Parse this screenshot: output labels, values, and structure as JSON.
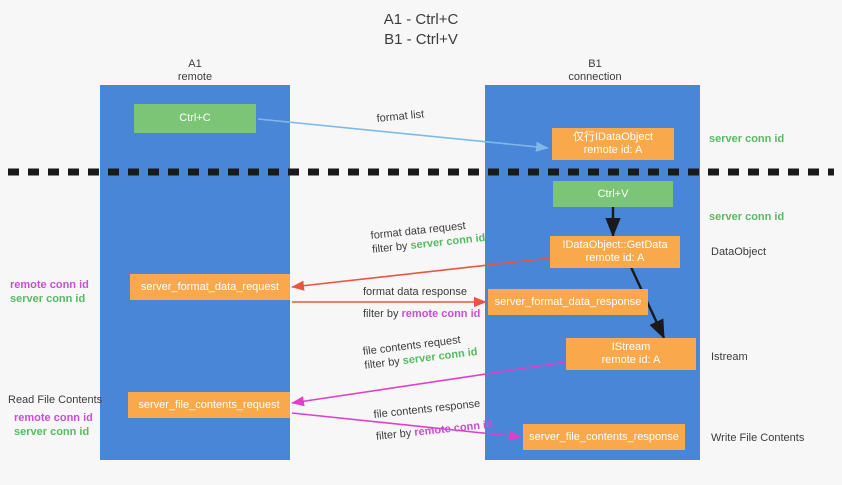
{
  "title": {
    "line1": "A1 - Ctrl+C",
    "line2": "B1 - Ctrl+V"
  },
  "lanes": [
    {
      "name": "A1",
      "sub": "remote"
    },
    {
      "name": "B1",
      "sub": "connection"
    }
  ],
  "boxes": {
    "ctrl_c": "Ctrl+C",
    "clipboard_dataobject": {
      "line1": "仅行IDataObject",
      "line2": "remote id: A"
    },
    "ctrl_v": "Ctrl+V",
    "getdata": {
      "line1": "IDataObject::GetData",
      "line2": "remote id: A"
    },
    "istream": {
      "line1": "IStream",
      "line2": "remote id: A"
    },
    "format_data_request": "server_format_data_request",
    "format_data_response": "server_format_data_response",
    "file_contents_request": "server_file_contents_request",
    "file_contents_response": "server_file_contents_response"
  },
  "edge_labels": {
    "format_list": "format list",
    "format_data_request": {
      "line1": "format data request",
      "prefix": "filter by ",
      "key": "server conn id"
    },
    "format_data_response": {
      "line1": "format data response",
      "prefix": "filter by ",
      "key": "remote conn id"
    },
    "file_contents_request": {
      "line1": "file contents request",
      "prefix": "filter by ",
      "key": "server conn id"
    },
    "file_contents_response": {
      "line1": "file contents response",
      "prefix": "filter by ",
      "key": "remote conn id"
    }
  },
  "right_labels": {
    "server_conn_id_top": "server conn id",
    "server_conn_id_mid": "server conn id",
    "dataobject": "DataObject",
    "istream": "Istream",
    "write_file_contents": "Write File Contents"
  },
  "left_labels": {
    "remote_conn_id_a": "remote conn id",
    "server_conn_id_a": "server conn id",
    "read_file_contents": "Read File Contents",
    "remote_conn_id_b": "remote conn id",
    "server_conn_id_b": "server conn id"
  },
  "colors": {
    "lane": "#4a86d8",
    "orange": "#f9a94c",
    "green_box": "#7cc576",
    "green_text": "#57bb63",
    "magenta_text": "#c84fd4",
    "red_arrow": "#e8563f",
    "magenta_arrow": "#e040c8",
    "blue_arrow": "#7fb9e8",
    "black": "#1a1a1a"
  }
}
